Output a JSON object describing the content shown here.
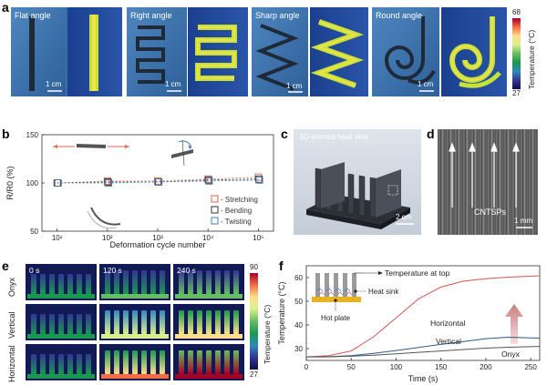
{
  "panels": {
    "a": {
      "label": "a",
      "tiles": [
        {
          "label": "Flat angle",
          "scale": "1 cm"
        },
        {
          "label": "Right angle",
          "scale": "1 cm"
        },
        {
          "label": "Sharp angle",
          "scale": "1 cm"
        },
        {
          "label": "Round angle",
          "scale": "1 cm"
        }
      ],
      "colorbar": {
        "title": "Temperature (°C)",
        "max": "68",
        "min": "27"
      }
    },
    "b": {
      "label": "b"
    },
    "c": {
      "label": "c",
      "title": "3D-printed heat sink",
      "scale": "2 cm"
    },
    "d": {
      "label": "d",
      "tag": "CNTSPs",
      "scale": "1 mm"
    },
    "e": {
      "label": "e",
      "times": [
        "0 s",
        "120 s",
        "240 s"
      ],
      "rows": [
        "Onyx",
        "Vertical",
        "Horizontal"
      ],
      "colorbar": {
        "title": "Temperature (°C)",
        "max": "90",
        "min": "27"
      },
      "row_levels": [
        0.25,
        0.55,
        0.8
      ]
    },
    "f": {
      "label": "f",
      "annotations": {
        "top": "Temperature at top",
        "sink": "Heat sink",
        "plate": "Hot plate"
      }
    }
  },
  "colors": {
    "stretching": "#e0664c",
    "bending": "#333333",
    "twisting": "#3f7fbf",
    "horizontal": "#d9534f",
    "vertical": "#2e5a86",
    "onyx": "#555555"
  },
  "chart_data": [
    {
      "type": "scatter",
      "ylabel": "R/R0 (%)",
      "xlabel": "Deformation cycle number",
      "xscale": "log",
      "xlim": [
        5,
        200000
      ],
      "ylim": [
        50,
        150
      ],
      "x_ticks": [
        "10¹",
        "10²",
        "10³",
        "10⁴",
        "10⁵"
      ],
      "y_ticks": [
        "50",
        "100",
        "150"
      ],
      "x": [
        10,
        100,
        1000,
        10000,
        100000
      ],
      "series": [
        {
          "name": "Stretching",
          "values": [
            100,
            102,
            102,
            104,
            106
          ]
        },
        {
          "name": "Bending",
          "values": [
            100,
            101,
            101,
            103,
            104
          ]
        },
        {
          "name": "Twisting",
          "values": [
            100,
            100,
            101,
            102,
            103
          ]
        }
      ],
      "legend_suffix": "- ",
      "legend_position": "lower-right",
      "grid": false
    },
    {
      "type": "line",
      "xlabel": "Time (s)",
      "ylabel": "Temperature (°C)",
      "xlim": [
        0,
        260
      ],
      "ylim": [
        25,
        65
      ],
      "x_ticks": [
        "0",
        "50",
        "100",
        "150",
        "200",
        "250"
      ],
      "y_ticks": [
        "30",
        "40",
        "50",
        "60"
      ],
      "x": [
        0,
        25,
        50,
        75,
        100,
        125,
        150,
        175,
        200,
        225,
        250,
        260
      ],
      "series": [
        {
          "name": "Horizontal",
          "values": [
            26.5,
            27,
            29,
            35,
            43,
            51,
            56,
            58.5,
            59.5,
            60.2,
            60.6,
            60.8
          ]
        },
        {
          "name": "Vertical",
          "values": [
            26.5,
            26.6,
            27,
            28,
            29.2,
            30.5,
            31.8,
            33,
            34.2,
            34.8,
            34.5,
            34.4
          ]
        },
        {
          "name": "Onyx",
          "values": [
            26.5,
            26.5,
            26.8,
            27.2,
            27.8,
            28.4,
            29,
            29.6,
            30.2,
            30.6,
            30.8,
            30.9
          ]
        }
      ],
      "grid": false
    }
  ]
}
